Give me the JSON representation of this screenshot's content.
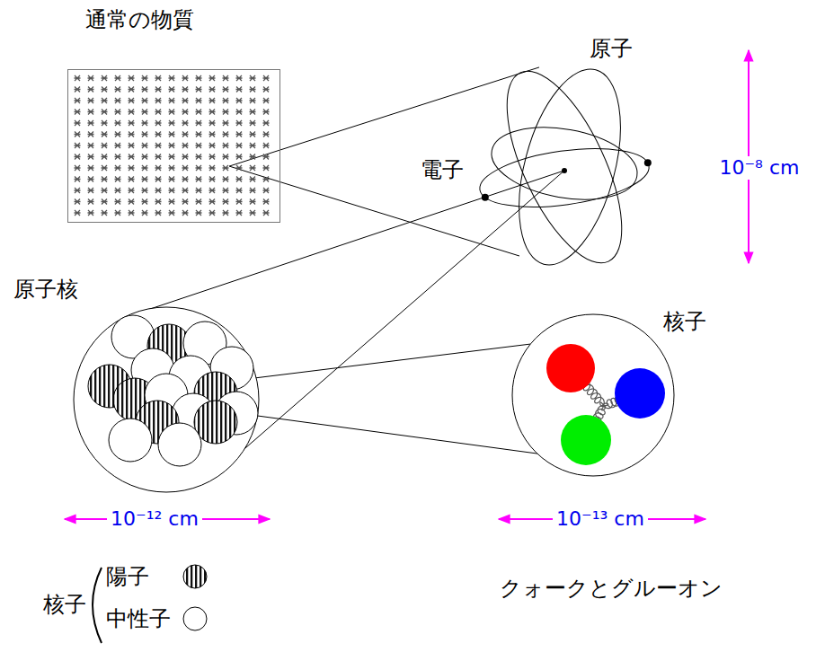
{
  "diagram": {
    "nodes": [
      {
        "text": [
          "通常の物質"
        ]
      },
      {
        "text": [
          "原子",
          "電子"
        ]
      },
      {
        "text": [
          "原子核"
        ]
      },
      {
        "text": [
          "核子"
        ]
      }
    ],
    "edges": [
      {
        "from": 0,
        "to": 1,
        "arrow": "none"
      },
      {
        "from": 1,
        "to": 2,
        "arrow": "none"
      },
      {
        "from": 2,
        "to": 3,
        "arrow": "none"
      }
    ],
    "labels": [
      "10⁻⁸ cm",
      "10⁻¹² cm",
      "10⁻¹³ cm",
      "クォークとグルーオン",
      "核子"
    ],
    "legend": [
      {
        "text": "陽子"
      },
      {
        "text": "中性子"
      }
    ]
  }
}
